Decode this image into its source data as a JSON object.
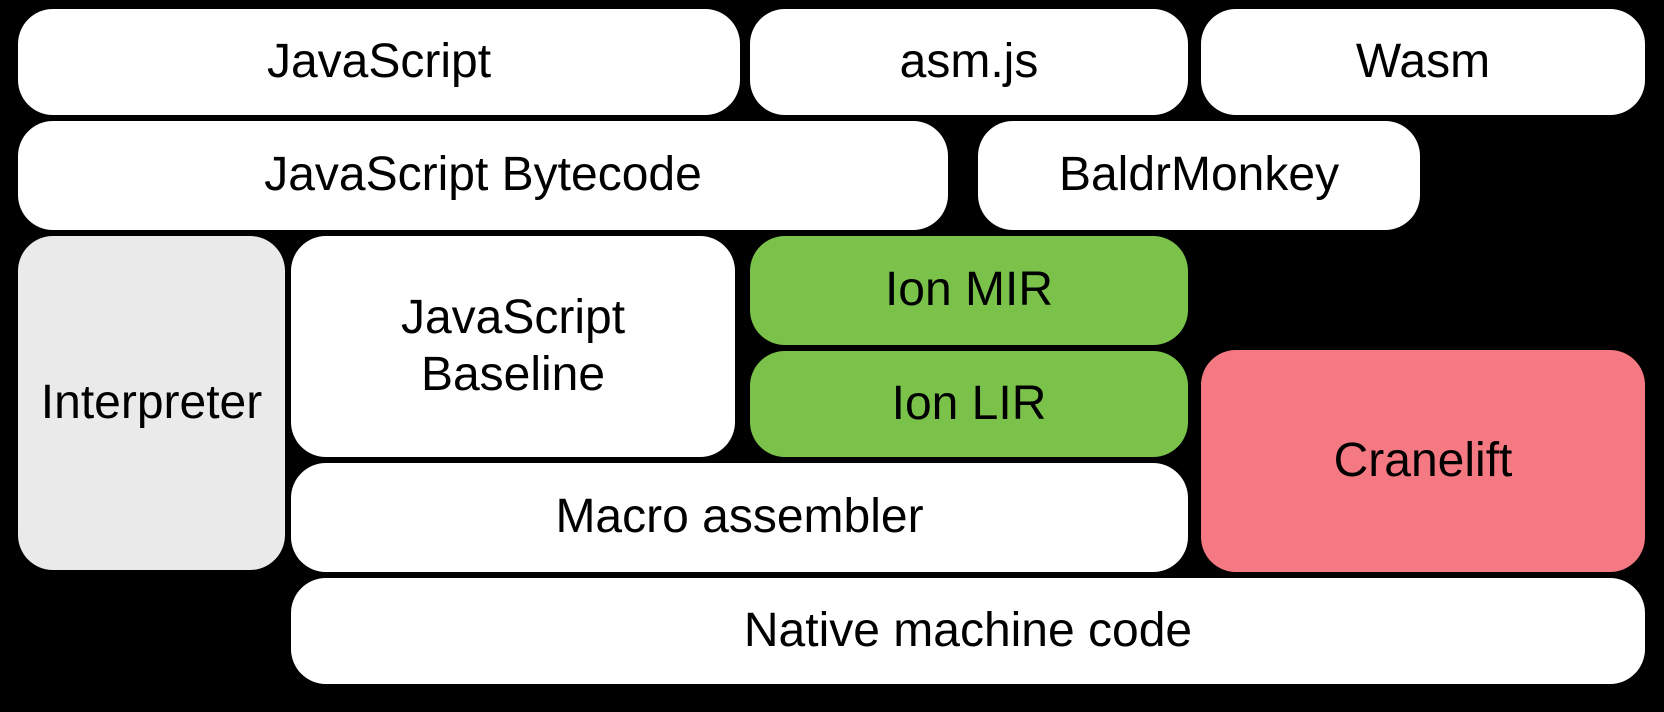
{
  "colors": {
    "background": "#000000",
    "text": "#000000",
    "box_white": "#ffffff",
    "box_gray": "#eaeaea",
    "box_green": "#7bc24a",
    "box_pink": "#f47983"
  },
  "boxes": [
    {
      "name": "javascript",
      "label": "JavaScript",
      "fill": "#ffffff"
    },
    {
      "name": "asmjs",
      "label": "asm.js",
      "fill": "#ffffff"
    },
    {
      "name": "wasm",
      "label": "Wasm",
      "fill": "#ffffff"
    },
    {
      "name": "javascript-bytecode",
      "label": "JavaScript Bytecode",
      "fill": "#ffffff"
    },
    {
      "name": "baldrmonkey",
      "label": "BaldrMonkey",
      "fill": "#ffffff"
    },
    {
      "name": "interpreter",
      "label": "Interpreter",
      "fill": "#eaeaea"
    },
    {
      "name": "javascript-baseline",
      "label": "JavaScript\nBaseline",
      "fill": "#ffffff"
    },
    {
      "name": "ion-mir",
      "label": "Ion MIR",
      "fill": "#7bc24a"
    },
    {
      "name": "ion-lir",
      "label": "Ion LIR",
      "fill": "#7bc24a"
    },
    {
      "name": "cranelift",
      "label": "Cranelift",
      "fill": "#f47983"
    },
    {
      "name": "macro-assembler",
      "label": "Macro assembler",
      "fill": "#ffffff"
    },
    {
      "name": "native-machine-code",
      "label": "Native machine code",
      "fill": "#ffffff"
    }
  ]
}
